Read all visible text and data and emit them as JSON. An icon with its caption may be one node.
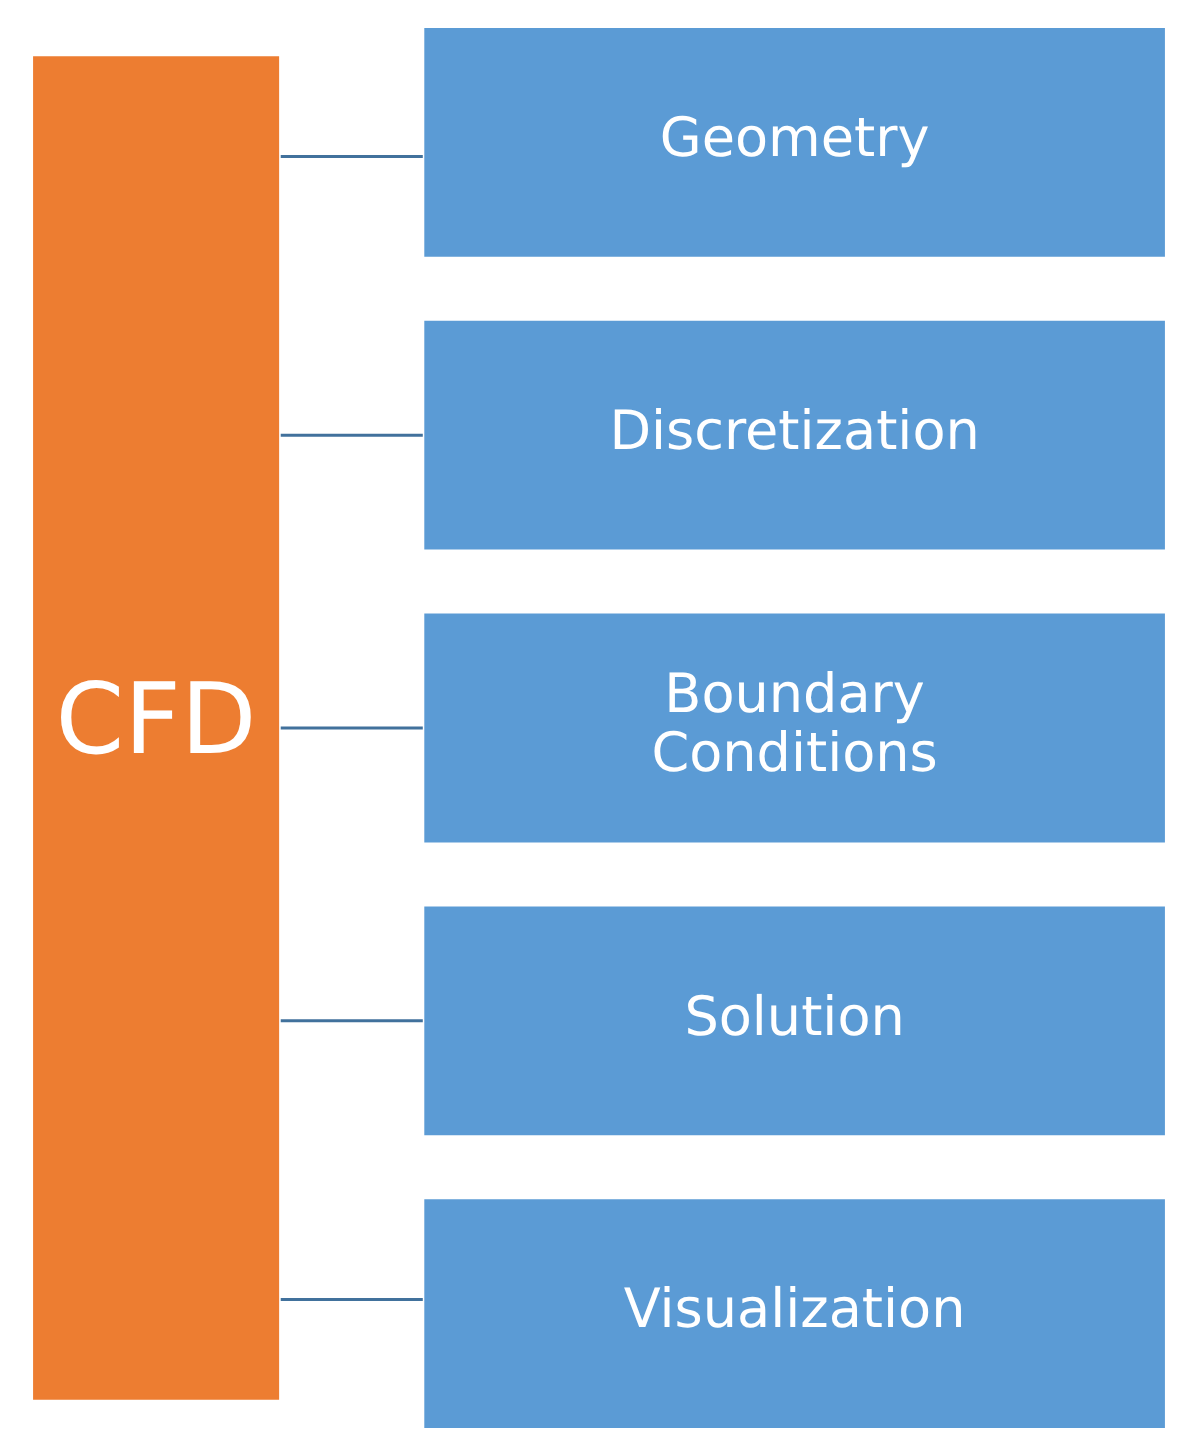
{
  "diagram": {
    "nodes": [
      {
        "text": [
          "CFD"
        ]
      },
      {
        "text": [
          "Geometry"
        ]
      },
      {
        "text": [
          "Discretization"
        ]
      },
      {
        "text": [
          "Boundary Conditions"
        ]
      },
      {
        "text": [
          "Solution"
        ]
      },
      {
        "text": [
          "Visualization"
        ]
      }
    ],
    "edges": [
      {
        "from": 0,
        "to": 1,
        "arrow": "none"
      },
      {
        "from": 0,
        "to": 2,
        "arrow": "none"
      },
      {
        "from": 0,
        "to": 3,
        "arrow": "none"
      },
      {
        "from": 0,
        "to": 4,
        "arrow": "none"
      },
      {
        "from": 0,
        "to": 5,
        "arrow": "none"
      }
    ]
  }
}
